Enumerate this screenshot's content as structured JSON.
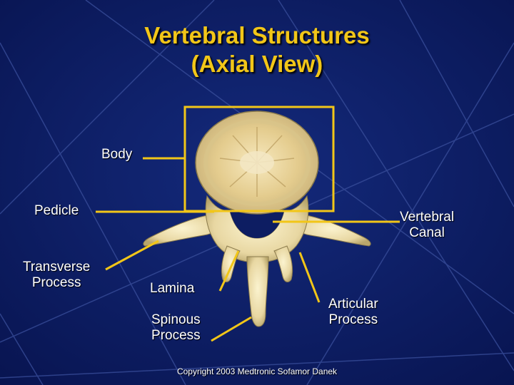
{
  "slide": {
    "title_line1": "Vertebral Structures",
    "title_line2": "(Axial View)",
    "copyright": "Copyright 2003 Medtronic Sofamor Danek"
  },
  "labels": {
    "body": "Body",
    "pedicle": "Pedicle",
    "vertebral_canal_line1": "Vertebral",
    "vertebral_canal_line2": "Canal",
    "transverse_process_line1": "Transverse",
    "transverse_process_line2": "Process",
    "lamina": "Lamina",
    "spinous_process_line1": "Spinous",
    "spinous_process_line2": "Process",
    "articular_process_line1": "Articular",
    "articular_process_line2": "Process"
  },
  "colors": {
    "background": "#0b1a5e",
    "accent": "#f2c618",
    "bone": "#efe3b8"
  }
}
